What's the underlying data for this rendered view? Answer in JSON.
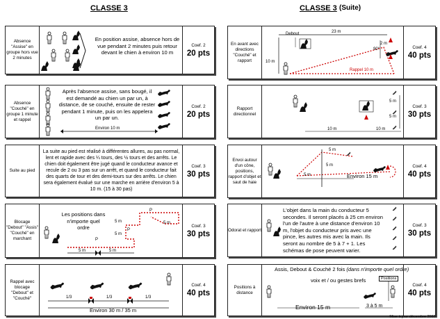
{
  "titles": {
    "left": "CLASSE 3",
    "right": "CLASSE 3",
    "suite": "(Suite)"
  },
  "left": [
    {
      "label": "Absence \"Assise\" en groupe hors vue 2 minutes",
      "coef": "Coef. 2",
      "pts": "20 pts",
      "text": "En position assise, absence hors de vue pendant 2 minutes puis retour devant le chien à environ 10 m"
    },
    {
      "label": "Absence \"Couché\" en groupe 1 minute et rappel",
      "coef": "Coef. 2",
      "pts": "20 pts",
      "text": "Après l'absence assise, sans bougé, il est demandé au chien un par un, à distance, de se couché, ensuite de rester pendant 1 minute, puis on les appelera un par un.",
      "distance": "Environ 10 m"
    },
    {
      "label": "Suite au pied",
      "coef": "Coef. 3",
      "pts": "30 pts",
      "text": "La suite au pied est réalisé à différentes allures, au pas normal, lent et rapide avec des ¼ tours, des ½ tours et des arrêts. Le chien doit également être jugé quand le conducteur avance et recule de 2 ou 3 pas sur un arrêt, et quand le conducteur fait des quarts de tour et des demi-tours sur des arrêts. Le chien sera également évalué sur une marche en arrière d'environ 5 à 10 m. (15 à 30 pas)"
    },
    {
      "label": "Blocage \"Debout\" \"Assis\" \"Couché\" en marchant",
      "coef": "Coef. 3",
      "pts": "30 pts",
      "text": "Les positions dans n'importe quel ordre",
      "marks": {
        "p": "P",
        "five": "5 m"
      }
    },
    {
      "label": "Rappel avec blocage \"Debout\" et \"Couché\"",
      "coef": "Coef. 4",
      "pts": "40 pts",
      "thirds": "1/3",
      "distance": "Environ 30 m / 35 m"
    }
  ],
  "right": [
    {
      "label": "En avant avec directions \"Couché\" et rapport",
      "coef": "Coef. 4",
      "pts": "40 pts",
      "marks": {
        "debout": "Debout",
        "d23": "23 m",
        "d10": "10 m",
        "d10b": "10 m",
        "deg": "90°",
        "d2": "2 m",
        "rappel": "Rappel 10 m"
      }
    },
    {
      "label": "Rapport directionnel",
      "coef": "Coef. 3",
      "pts": "30 pts",
      "marks": {
        "d10a": "10 m",
        "d10b": "10 m",
        "d5a": "5 m",
        "d5b": "5 m"
      }
    },
    {
      "label": "Envoi autour d'un cône, positions, rapport d'objet et saut de haie",
      "coef": "Coef. 4",
      "pts": "40 pts",
      "marks": {
        "d5a": "5 m",
        "d5b": "5 m",
        "d5c": "5 m",
        "env": "Environ 15 m"
      }
    },
    {
      "label": "Odorat et rapport",
      "coef": "Coef. 3",
      "pts": "30 pts",
      "text": "L'objet dans la main du conducteur 5 secondes. Il seront placés à 25 cm environ l'un de l'autre à une distance d'environ 10 m, l'objet du conducteur pris avec une pince, les autres mis avec la main. Ils seront au nombre de 5 à 7 + 1. Les schémas de pose peuvent varier."
    },
    {
      "label": "Positions à distance",
      "coef": "Coef. 4",
      "pts": "40 pts",
      "line1": "Assis, Debout & Couché  2 fois ",
      "line1i": "(dans n'importe quel ordre)",
      "line2": "voix et / ou gestes brefs",
      "sign": "Positions",
      "env": "Environ 15 m",
      "d35": "3 à 5 m"
    }
  ],
  "footer": "Mise à jour décembre 2015"
}
